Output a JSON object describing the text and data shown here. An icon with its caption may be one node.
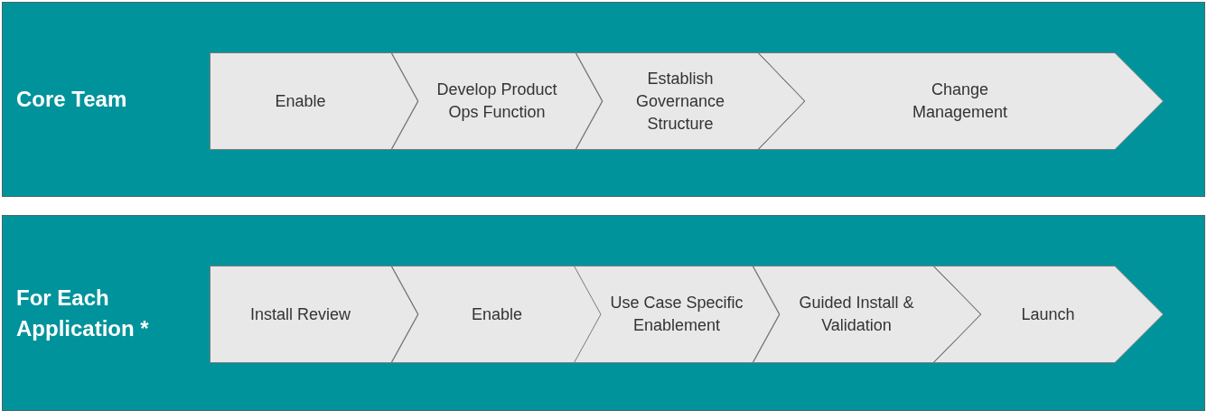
{
  "diagram": {
    "nodes": [
      {
        "text": [
          "Core Team"
        ]
      },
      {
        "text": [
          "Enable"
        ],
        "in": 0
      },
      {
        "text": [
          "Develop Product Ops Function"
        ],
        "in": 0
      },
      {
        "text": [
          "Establish Governance Structure"
        ],
        "in": 0
      },
      {
        "text": [
          "Change Management"
        ],
        "in": 0
      },
      {
        "text": [
          "For Each Application *"
        ]
      },
      {
        "text": [
          "Install Review"
        ],
        "in": 5
      },
      {
        "text": [
          "Enable"
        ],
        "in": 5
      },
      {
        "text": [
          "Use Case Specific Enablement"
        ],
        "in": 5
      },
      {
        "text": [
          "Guided Install & Validation"
        ],
        "in": 5
      },
      {
        "text": [
          "Launch"
        ],
        "in": 5
      }
    ]
  }
}
